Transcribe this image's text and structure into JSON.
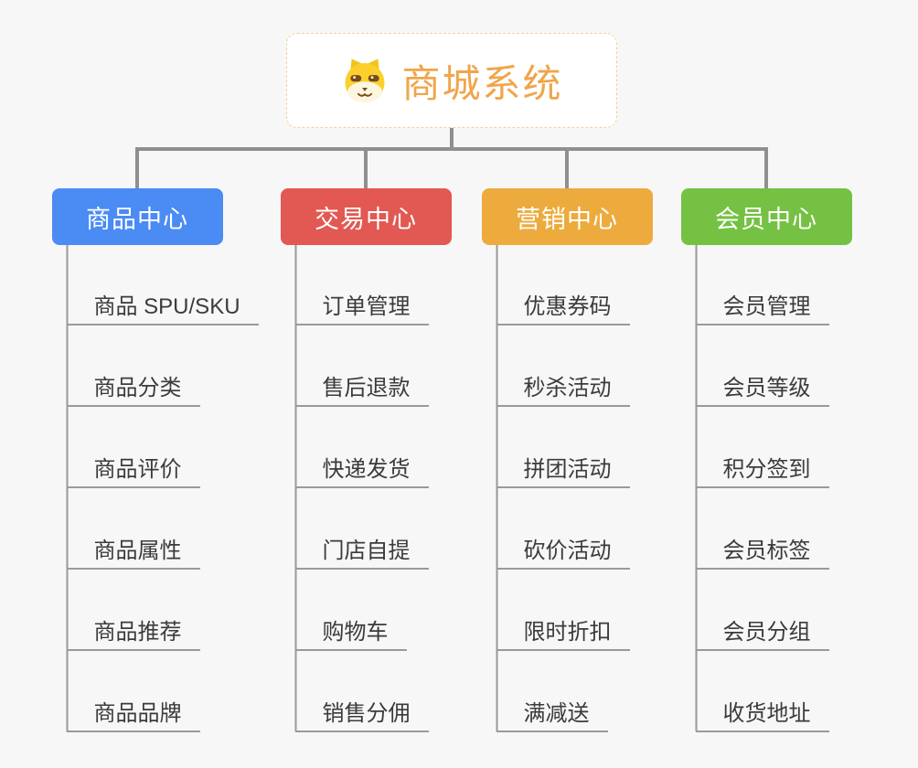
{
  "colors": {
    "background": "#f7f7f7",
    "root_bg": "#ffffff",
    "root_border": "#f6cf96",
    "root_text": "#f0a54a",
    "connector": "#8f8f8f",
    "leaf_line": "#9a9a9a",
    "leaf_text": "#3b3b3b",
    "branch_text": "#ffffff"
  },
  "root": {
    "label": "商城系统",
    "icon": "shiba-dog-icon"
  },
  "branches": [
    {
      "label": "商品中心",
      "color": "#4a8bf4",
      "children": [
        "商品 SPU/SKU",
        "商品分类",
        "商品评价",
        "商品属性",
        "商品推荐",
        "商品品牌"
      ]
    },
    {
      "label": "交易中心",
      "color": "#e25852",
      "children": [
        "订单管理",
        "售后退款",
        "快递发货",
        "门店自提",
        "购物车",
        "销售分佣"
      ]
    },
    {
      "label": "营销中心",
      "color": "#ecab3c",
      "children": [
        "优惠券码",
        "秒杀活动",
        "拼团活动",
        "砍价活动",
        "限时折扣",
        "满减送"
      ]
    },
    {
      "label": "会员中心",
      "color": "#75c143",
      "children": [
        "会员管理",
        "会员等级",
        "积分签到",
        "会员标签",
        "会员分组",
        "收货地址"
      ]
    }
  ]
}
